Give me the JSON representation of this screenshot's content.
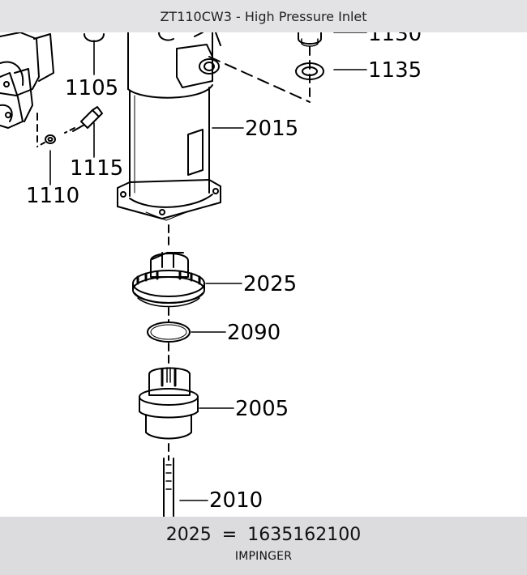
{
  "header": {
    "title": "ZT110CW3 - High Pressure Inlet"
  },
  "callouts": {
    "c1130": "1130",
    "c1135": "1135",
    "c1105": "1105",
    "c1115": "1115",
    "c1110": "1110",
    "c2015": "2015",
    "c2025": "2025",
    "c2090": "2090",
    "c2005": "2005",
    "c2010": "2010"
  },
  "footer": {
    "part_number_ref": "2025",
    "equals": "=",
    "part_number": "1635162100",
    "part_name": "IMPINGER"
  }
}
